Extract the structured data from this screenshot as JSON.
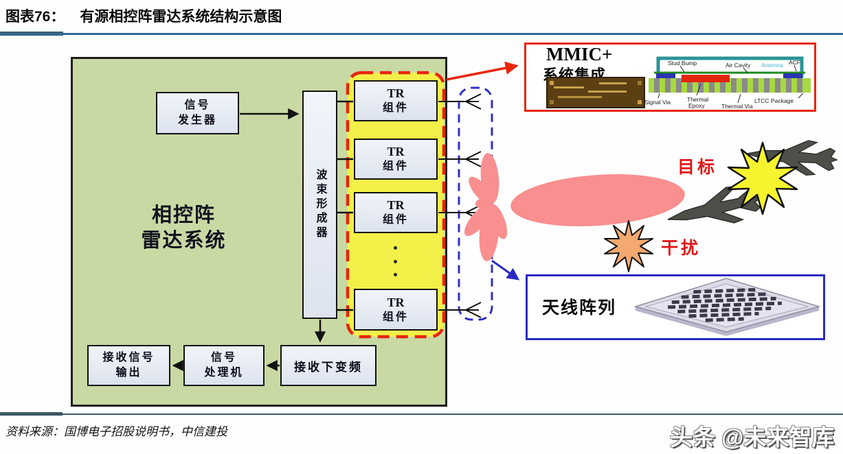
{
  "header": {
    "figure_label": "图表76：",
    "title": "有源相控阵雷达系统结构示意图"
  },
  "system": {
    "name_line1": "相控阵",
    "name_line2": "雷达系统",
    "signal_generator_line1": "信号",
    "signal_generator_line2": "发生器",
    "beamformer": "波束形成器",
    "tr_line1": "TR",
    "tr_line2": "组件",
    "receive_downconversion": "接收下变频",
    "signal_processor_line1": "信号",
    "signal_processor_line2": "处理机",
    "receive_output_line1": "接收信号",
    "receive_output_line2": "输出"
  },
  "mmic": {
    "title_line1": "MMIC+",
    "title_line2": "系统集成",
    "labels": {
      "stud_bump": "Stud Bump",
      "air_cavity": "Air Cavity",
      "antenna": "Antenna",
      "acf": "ACF",
      "signal_via": "Signal Via",
      "thermal_epoxy_1": "Thermal",
      "thermal_epoxy_2": "Epoxy",
      "thermal_via": "Thermal Via",
      "ltcc_package": "LTCC Package"
    }
  },
  "scene": {
    "target_label": "目标",
    "jam_label": "干扰",
    "antenna_array_label": "天线阵列"
  },
  "footer": {
    "source": "资料来源：国博电子招股说明书，中信建投",
    "watermark": "头条 @未来智库"
  },
  "colors": {
    "accent_red": "#e8250c",
    "accent_blue": "#2a2ac0",
    "system_green": "#c9d9a4",
    "tr_zone_yellow": "#f3f04a",
    "beam_pink": "#f98f8f",
    "target_star_yellow": "#f6f42e",
    "jam_star_orange": "#f3a96f",
    "label_red": "#e01818",
    "divider_blue": "#2f6a96",
    "divider_dark": "#3c5864"
  }
}
